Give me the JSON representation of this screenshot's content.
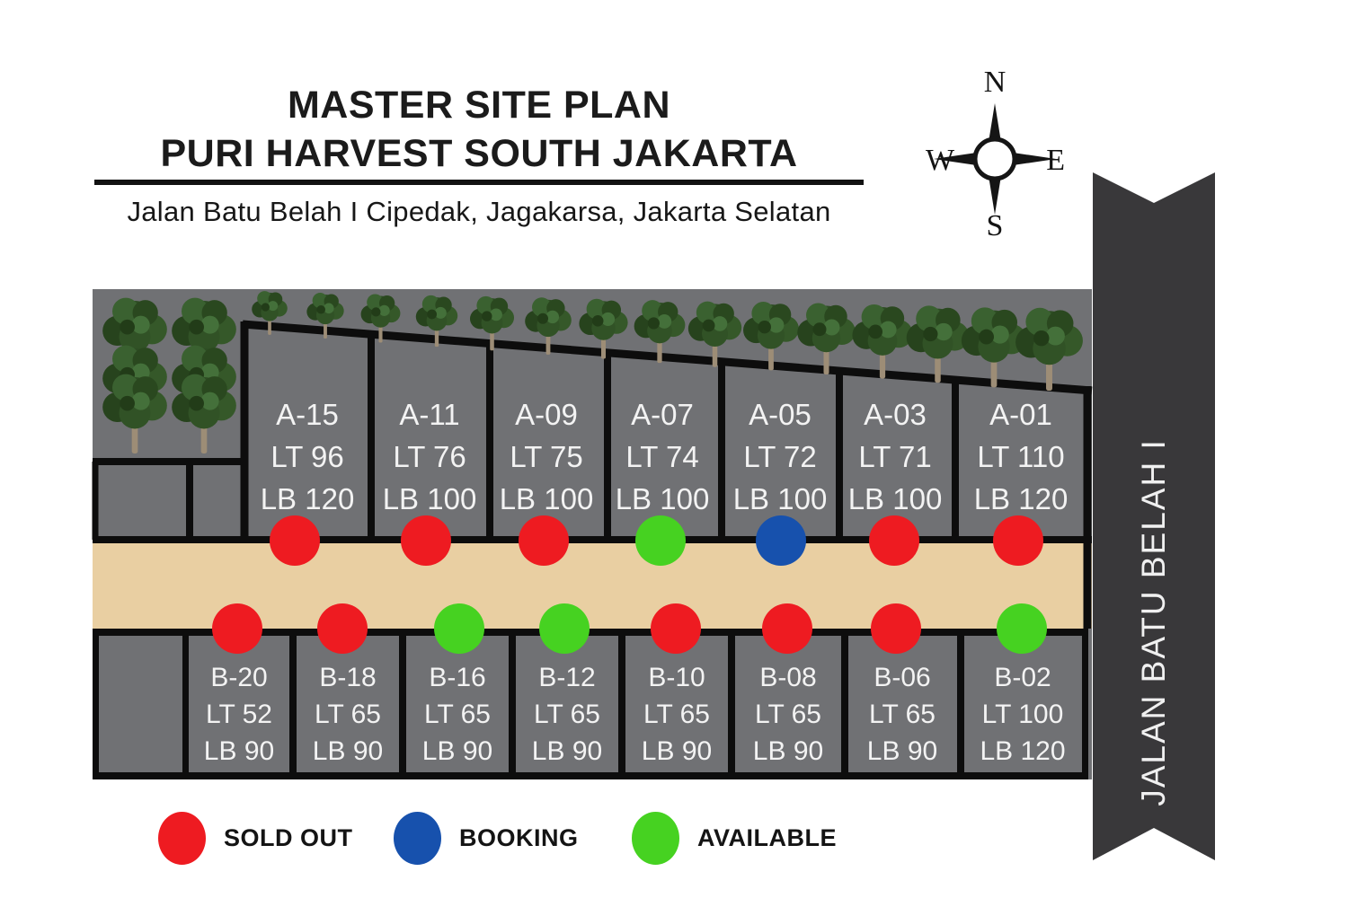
{
  "header": {
    "title_line1": "MASTER SITE PLAN",
    "title_line2": "PURI HARVEST SOUTH JAKARTA",
    "subtitle": "Jalan Batu Belah I  Cipedak, Jagakarsa, Jakarta Selatan"
  },
  "compass": {
    "north": "N",
    "east": "E",
    "south": "S",
    "west": "W"
  },
  "road_banner": {
    "label": "JALAN BATU BELAH I"
  },
  "status_colors": {
    "sold_out": "#ee1b21",
    "booking": "#1751ad",
    "available": "#46d221"
  },
  "legend": [
    {
      "label": "SOLD OUT",
      "status": "sold_out"
    },
    {
      "label": "BOOKING",
      "status": "booking"
    },
    {
      "label": "AVAILABLE",
      "status": "available"
    }
  ],
  "lots": {
    "row_a": [
      {
        "id": "A-15",
        "lt": "LT 96",
        "lb": "LB 120",
        "status": "sold_out"
      },
      {
        "id": "A-11",
        "lt": "LT 76",
        "lb": "LB 100",
        "status": "sold_out"
      },
      {
        "id": "A-09",
        "lt": "LT 75",
        "lb": "LB 100",
        "status": "sold_out"
      },
      {
        "id": "A-07",
        "lt": "LT 74",
        "lb": "LB 100",
        "status": "available"
      },
      {
        "id": "A-05",
        "lt": "LT 72",
        "lb": "LB 100",
        "status": "booking"
      },
      {
        "id": "A-03",
        "lt": "LT 71",
        "lb": "LB 100",
        "status": "sold_out"
      },
      {
        "id": "A-01",
        "lt": "LT 110",
        "lb": "LB 120",
        "status": "sold_out"
      }
    ],
    "row_b": [
      {
        "id": "B-20",
        "lt": "LT 52",
        "lb": "LB 90",
        "status": "sold_out"
      },
      {
        "id": "B-18",
        "lt": "LT 65",
        "lb": "LB 90",
        "status": "sold_out"
      },
      {
        "id": "B-16",
        "lt": "LT 65",
        "lb": "LB 90",
        "status": "available"
      },
      {
        "id": "B-12",
        "lt": "LT 65",
        "lb": "LB 90",
        "status": "available"
      },
      {
        "id": "B-10",
        "lt": "LT 65",
        "lb": "LB 90",
        "status": "sold_out"
      },
      {
        "id": "B-08",
        "lt": "LT 65",
        "lb": "LB 90",
        "status": "sold_out"
      },
      {
        "id": "B-06",
        "lt": "LT 65",
        "lb": "LB 90",
        "status": "sold_out"
      },
      {
        "id": "B-02",
        "lt": "LT 100",
        "lb": "LB 120",
        "status": "available"
      }
    ]
  }
}
